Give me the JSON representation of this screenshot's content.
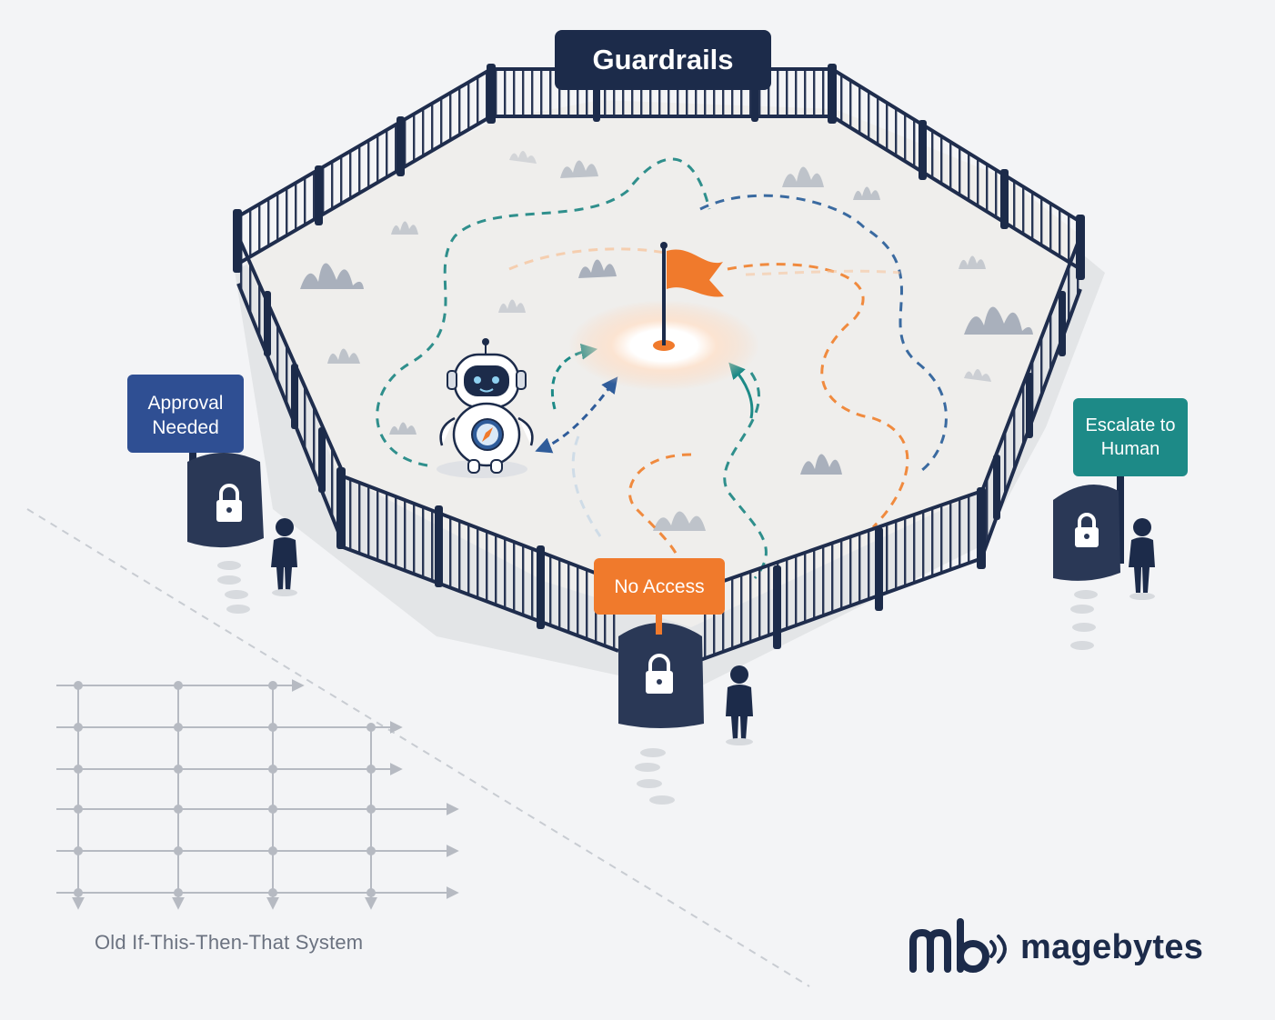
{
  "title_sign": "Guardrails",
  "signs": {
    "approval": [
      "Approval",
      "Needed"
    ],
    "no_access": "No Access",
    "escalate": [
      "Escalate to",
      "Human"
    ]
  },
  "caption": "Old If-This-Then-That System",
  "brand": {
    "name": "magebytes",
    "logo_letters": "mb"
  },
  "colors": {
    "navy": "#1c2b4a",
    "blue_sign": "#2f4f93",
    "orange": "#f07a2c",
    "teal": "#1d8a87",
    "fence": "#1f2d4d",
    "ground": "#efeeec"
  },
  "icons": [
    "lock-icon",
    "flag-icon",
    "robot-icon",
    "person-icon",
    "bush-icon",
    "compass-icon"
  ]
}
